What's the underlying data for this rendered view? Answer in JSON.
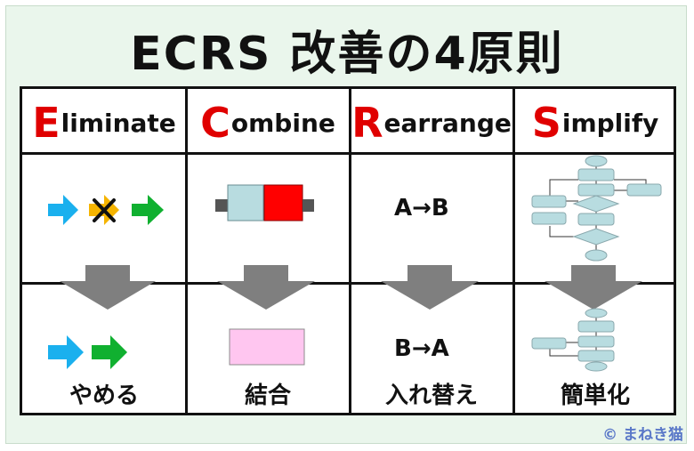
{
  "title": "ECRS  改善の4原則",
  "columns": [
    {
      "initial": "E",
      "rest": "liminate",
      "result": "やめる"
    },
    {
      "initial": "C",
      "rest": "ombine",
      "result": "結合"
    },
    {
      "initial": "R",
      "rest": "earrange",
      "result": "入れ替え"
    },
    {
      "initial": "S",
      "rest": "implify",
      "result": "簡単化"
    }
  ],
  "rearrange": {
    "before": "A→B",
    "after": "B→A"
  },
  "credit": "© まねき猫",
  "colors": {
    "initial": "#e00000",
    "arrow_blue": "#1ab0ee",
    "arrow_green": "#10b030",
    "arrow_orange": "#f5b400",
    "block_lightblue": "#b8dce0",
    "block_red": "#ff0000",
    "block_pink": "#ffc6f0",
    "down_arrow": "#7f7f7f",
    "flowchart": "#b8dce0"
  }
}
